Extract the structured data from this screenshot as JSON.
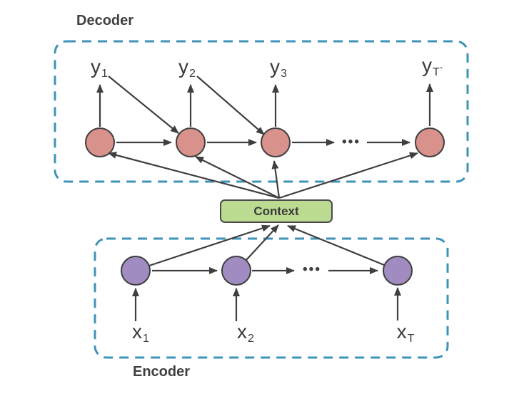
{
  "title": "Encoder-Decoder with Context diagram",
  "colors": {
    "accent_dashed": "#3E93B8",
    "decoder_node": "#D9918C",
    "encoder_node": "#A18CC2",
    "context_fill": "#BCDB92",
    "context_border": "#4A4A4A",
    "line": "#3F3F3F",
    "background": "#FFFFFF"
  },
  "decoder": {
    "label": "Decoder",
    "outputs": [
      {
        "base": "y",
        "sub": "1"
      },
      {
        "base": "y",
        "sub": "2"
      },
      {
        "base": "y",
        "sub": "3"
      },
      {
        "base": "y",
        "sub": "T`"
      }
    ],
    "ellipsis": "•••"
  },
  "context": {
    "label": "Context"
  },
  "encoder": {
    "label": "Encoder",
    "inputs": [
      {
        "base": "x",
        "sub": "1"
      },
      {
        "base": "x",
        "sub": "2"
      },
      {
        "base": "x",
        "sub": "T"
      }
    ],
    "ellipsis": "•••"
  }
}
